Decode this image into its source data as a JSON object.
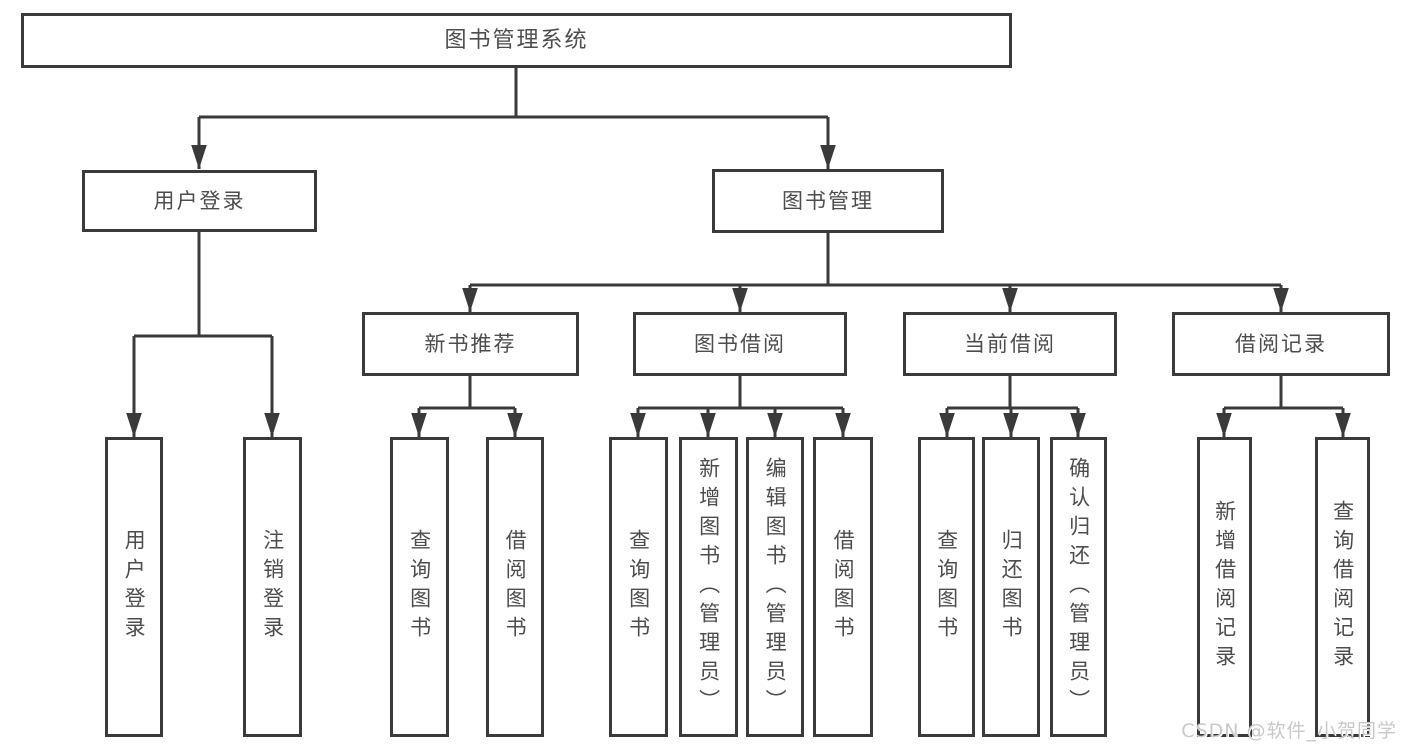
{
  "diagram": {
    "root_label": "图书管理系统",
    "branches": [
      {
        "label": "用户登录",
        "leaves": [
          "用户登录",
          "注销登录"
        ]
      },
      {
        "label": "图书管理",
        "groups": [
          {
            "label": "新书推荐",
            "leaves": [
              "查询图书",
              "借阅图书"
            ]
          },
          {
            "label": "图书借阅",
            "leaves": [
              "查询图书",
              "新增图书（管理员）",
              "编辑图书（管理员）",
              "借阅图书"
            ]
          },
          {
            "label": "当前借阅",
            "leaves": [
              "查询图书",
              "归还图书",
              "确认归还（管理员）"
            ]
          },
          {
            "label": "借阅记录",
            "leaves": [
              "新增借阅记录",
              "查询借阅记录"
            ]
          }
        ]
      }
    ]
  },
  "watermark": {
    "text": "CSDN @软件_小贺同学"
  },
  "colors": {
    "line": "#3a3a3a",
    "box_border": "#3a3a3a",
    "text": "#4d4d4d",
    "watermark": "#c9c9c9",
    "background": "#ffffff"
  }
}
